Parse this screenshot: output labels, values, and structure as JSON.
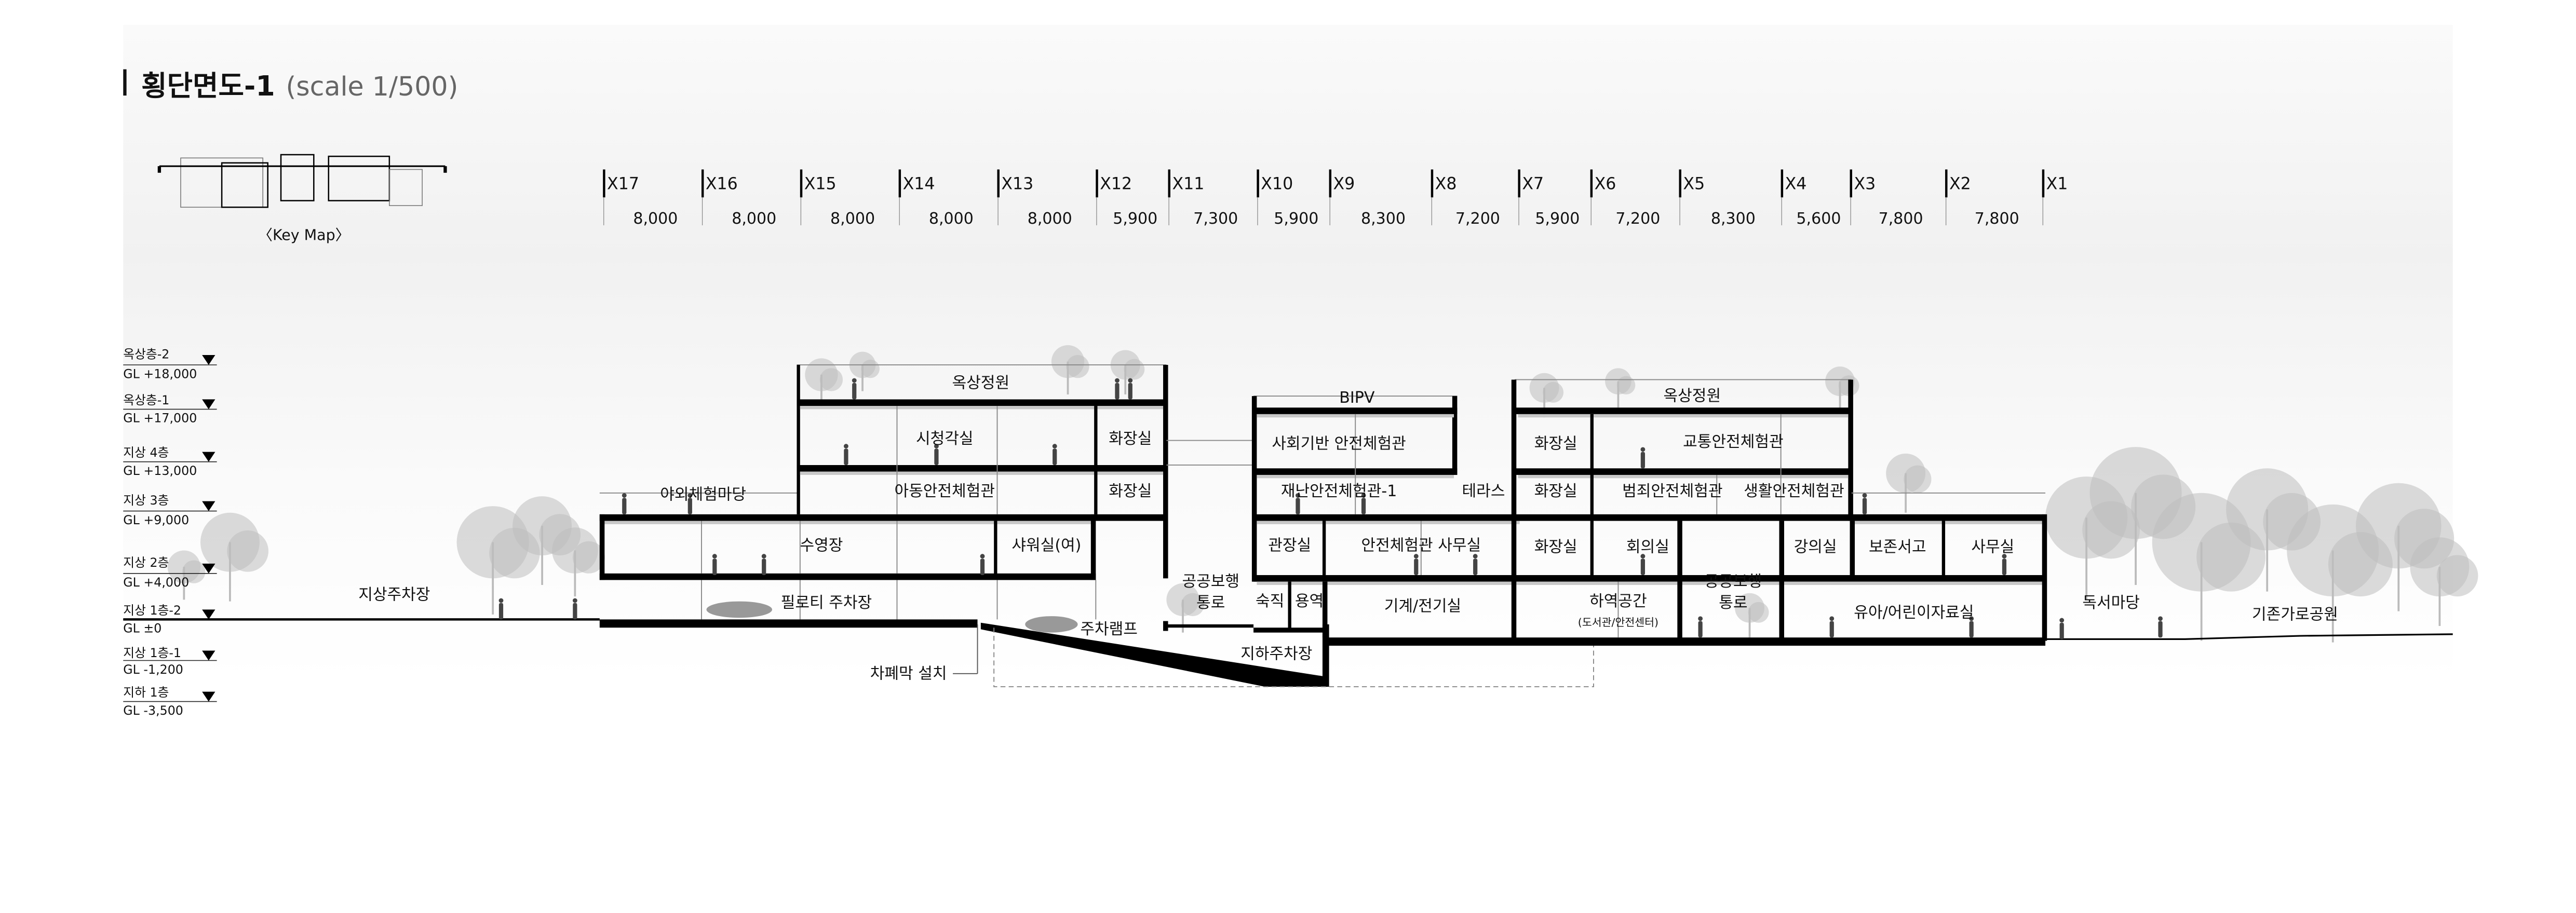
{
  "header": {
    "title": "횡단면도-1",
    "scale": "(scale 1/500)"
  },
  "key_map": {
    "caption": "〈Key Map〉"
  },
  "grid": {
    "axes": [
      "X17",
      "X16",
      "X15",
      "X14",
      "X13",
      "X12",
      "X11",
      "X10",
      "X9",
      "X8",
      "X7",
      "X6",
      "X5",
      "X4",
      "X3",
      "X2",
      "X1"
    ],
    "spans": [
      "8,000",
      "8,000",
      "8,000",
      "8,000",
      "8,000",
      "5,900",
      "7,300",
      "5,900",
      "8,300",
      "7,200",
      "5,900",
      "7,200",
      "8,300",
      "5,600",
      "7,800",
      "7,800"
    ]
  },
  "levels": [
    {
      "name": "옥상층-2",
      "gl": "GL +18,000"
    },
    {
      "name": "옥상층-1",
      "gl": "GL +17,000"
    },
    {
      "name": "지상 4층",
      "gl": "GL +13,000"
    },
    {
      "name": "지상 3층",
      "gl": "GL +9,000"
    },
    {
      "name": "지상 2층",
      "gl": "GL +4,000"
    },
    {
      "name": "지상 1층-2",
      "gl": "GL ±0"
    },
    {
      "name": "지상 1층-1",
      "gl": "GL -1,200"
    },
    {
      "name": "지하 1층",
      "gl": "GL -3,500"
    }
  ],
  "rooms": {
    "roof_garden_west": "옥상정원",
    "av_room": "시청각실",
    "toilet_w4": "화장실",
    "child_safety": "아동안전체험관",
    "toilet_w3": "화장실",
    "outdoor_yard": "야외체험마당",
    "pool": "수영장",
    "shower_f": "샤워실(여)",
    "piloti_parking": "필로티 주차장",
    "ground_parking": "지상주차장",
    "screen_install": "차폐막 설치",
    "car_ramp": "주차램프",
    "underground_parking": "지하주차장",
    "public_walk_1a": "공공보행",
    "public_walk_1b": "통로",
    "bipv": "BIPV",
    "infra_safety": "사회기반 안전체험관",
    "disaster_safety": "재난안전체험관-1",
    "terrace": "테라스",
    "director": "관장실",
    "safety_office": "안전체험관 사무실",
    "night_duty": "숙직",
    "service": "용역",
    "mech_elec": "기계/전기실",
    "roof_garden_east": "옥상정원",
    "toilet_e4": "화장실",
    "traffic_safety": "교통안전체험관",
    "toilet_e3": "화장실",
    "crime_safety": "범죄안전체험관",
    "life_safety": "생활안전체험관",
    "toilet_e2": "화장실",
    "meeting": "회의실",
    "lecture": "강의실",
    "archive": "보존서고",
    "office": "사무실",
    "loading": "하역공간",
    "loading_sub": "(도서관/안전센터)",
    "public_walk_2a": "공공보행",
    "public_walk_2b": "통로",
    "kids_room": "유아/어린이자료실",
    "reading_yard": "독서마당",
    "street_park": "기존가로공원"
  }
}
